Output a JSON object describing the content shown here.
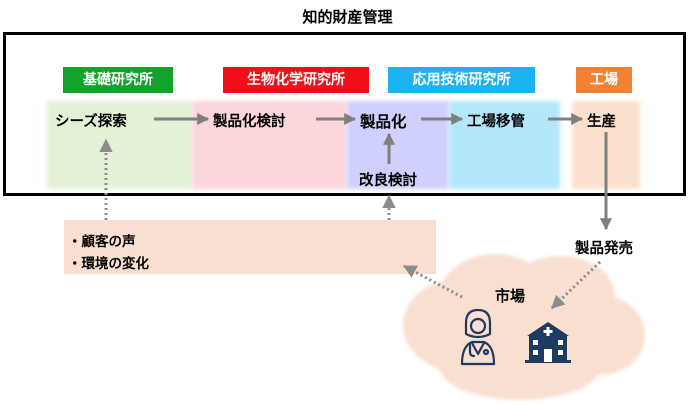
{
  "title": "知的財産管理",
  "labs": [
    {
      "name": "基礎研究所",
      "color": "#12a32a"
    },
    {
      "name": "生物化学研究所",
      "color": "#f20f1a"
    },
    {
      "name": "応用技術研究所",
      "color": "#1db3f2"
    },
    {
      "name": "工場",
      "color": "#f28233"
    }
  ],
  "steps": {
    "seeds": "シーズ探索",
    "product_review": "製品化検討",
    "productization": "製品化",
    "improvement": "改良検討",
    "factory_transfer": "工場移管",
    "production": "生産",
    "release": "製品発売",
    "market": "市場"
  },
  "voices": [
    "・顧客の声",
    "・環境の変化"
  ],
  "icons": [
    "doctor-icon",
    "hospital-icon",
    "cloud-icon"
  ]
}
